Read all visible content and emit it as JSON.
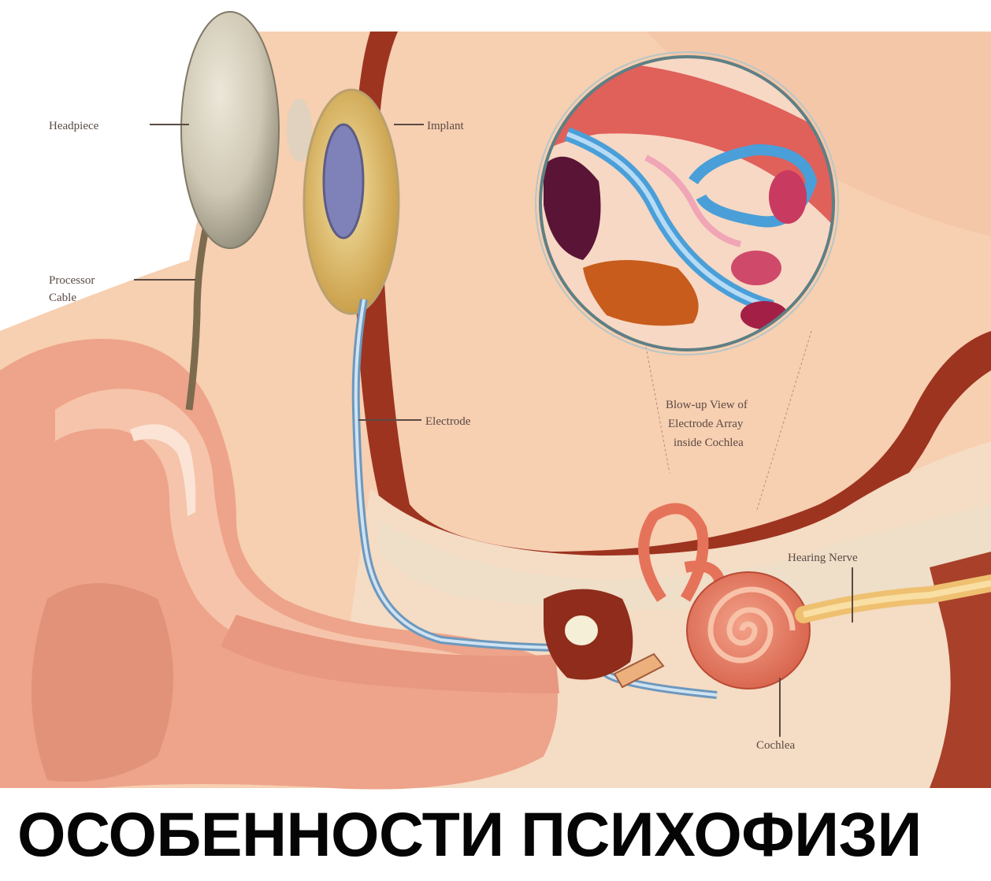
{
  "diagram": {
    "labels": {
      "headpiece": "Headpiece",
      "implant": "Implant",
      "processor_cable_line1": "Processor",
      "processor_cable_line2": "Cable",
      "electrode": "Electrode",
      "blowup_line1": "Blow-up View of",
      "blowup_line2": "Electrode Array",
      "blowup_line3": "inside Cochlea",
      "hearing_nerve": "Hearing Nerve",
      "cochlea": "Cochlea"
    }
  },
  "title": "ОСОБЕННОСТИ ПСИХОФИЗИ",
  "colors": {
    "background_skin": "#f8d2b4",
    "outer_ear": "#eeaa8c",
    "deep_tissue": "#a13a22",
    "electrode_cable": "#8fb7d8",
    "headpiece": "#d2cbb8",
    "implant_gold": "#d9b262",
    "cochlea": "#e7826b",
    "nerve": "#f3c97a"
  }
}
